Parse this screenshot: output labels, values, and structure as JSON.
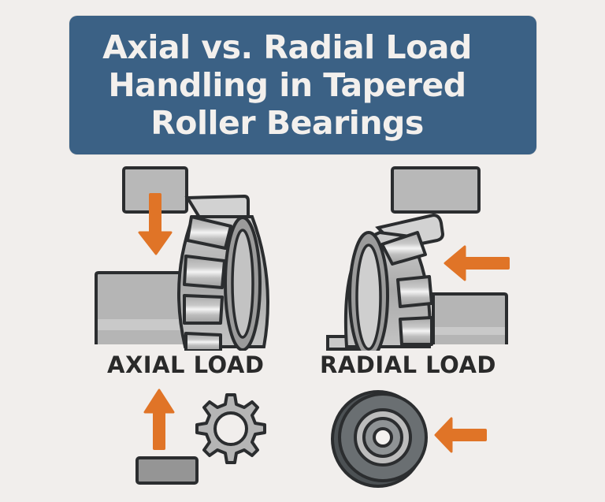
{
  "title": {
    "lines": [
      "Axial vs. Radial Load",
      "Handling in Tapered",
      "Roller Bearings"
    ]
  },
  "panels": {
    "axial": {
      "label": "AXIAL LOAD",
      "arrow_direction": "down",
      "bottom_icon": "gear-with-upward-arrow"
    },
    "radial": {
      "label": "RADIAL LOAD",
      "arrow_direction": "left",
      "bottom_icon": "wheel-with-leftward-arrow"
    }
  },
  "colors": {
    "background": "#f1eeec",
    "banner": "#3b6185",
    "banner_text": "#f3f0ed",
    "arrow": "#e07427",
    "outline": "#2b2d2f",
    "steel_light": "#d6d6d6",
    "steel_mid": "#b2b2b2",
    "steel_dark": "#8c8c8c",
    "label_text": "#2a2a2a"
  }
}
